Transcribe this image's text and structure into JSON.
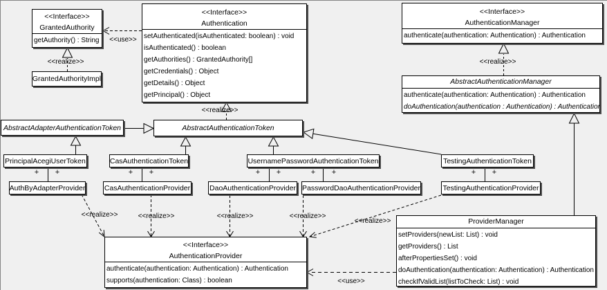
{
  "labels": {
    "realize": "<<realize>>",
    "use": "<<use>>",
    "plus": "+"
  },
  "colors": {
    "background": "#f0f0f0",
    "box_fill": "#ffffff",
    "line": "#000000",
    "shadow": "#4d4d4d"
  },
  "classes": {
    "granted_authority": {
      "stereotype": "<<Interface>>",
      "name": "GrantedAuthority",
      "methods": [
        "getAuthority() : String"
      ]
    },
    "granted_authority_impl": {
      "name": "GrantedAuthorityImpl"
    },
    "authentication": {
      "stereotype": "<<Interface>>",
      "name": "Authentication",
      "methods": [
        "setAuthenticated(isAuthenticated: boolean) : void",
        "isAuthenticated() : boolean",
        "getAuthorities() : GrantedAuthority[]",
        "getCredentials() : Object",
        "getDetails() : Object",
        "getPrincipal() : Object"
      ]
    },
    "authentication_manager": {
      "stereotype": "<<Interface>>",
      "name": "AuthenticationManager",
      "methods": [
        "authenticate(authentication: Authentication) : Authentication"
      ]
    },
    "abstract_authentication_manager": {
      "name": "AbstractAuthenticationManager",
      "methods": [
        "authenticate(authentication: Authentication) : Authentication",
        "doAuthentication(authentication : Authentication) : Authentication"
      ]
    },
    "abstract_adapter_authentication_token": {
      "name": "AbstractAdapterAuthenticationToken"
    },
    "abstract_authentication_token": {
      "name": "AbstractAuthenticationToken"
    },
    "principal_acegi_user_token": {
      "name": "PrincipalAcegiUserToken"
    },
    "cas_authentication_token": {
      "name": "CasAuthenticationToken"
    },
    "username_password_authentication_token": {
      "name": "UsernamePasswordAuthenticationToken"
    },
    "testing_authentication_token": {
      "name": "TestingAuthenticationToken"
    },
    "auth_by_adapter_provider": {
      "name": "AuthByAdapterProvider"
    },
    "cas_authentication_provider": {
      "name": "CasAuthenticationProvider"
    },
    "dao_authentication_provider": {
      "name": "DaoAuthenticationProvider"
    },
    "password_dao_authentication_provider": {
      "name": "PasswordDaoAuthenticationProvider"
    },
    "testing_authentication_provider": {
      "name": "TestingAuthenticationProvider"
    },
    "authentication_provider": {
      "stereotype": "<<Interface>>",
      "name": "AuthenticationProvider",
      "methods": [
        "authenticate(authentication: Authentication) : Authentication",
        "supports(authentication: Class) : boolean"
      ]
    },
    "provider_manager": {
      "name": "ProviderManager",
      "methods": [
        "setProviders(newList: List) : void",
        "getProviders() : List",
        "afterPropertiesSet() : void",
        "doAuthentication(authentication: Authentication) : Authentication",
        "checkIfValidList(listToCheck: List) : void"
      ]
    }
  }
}
